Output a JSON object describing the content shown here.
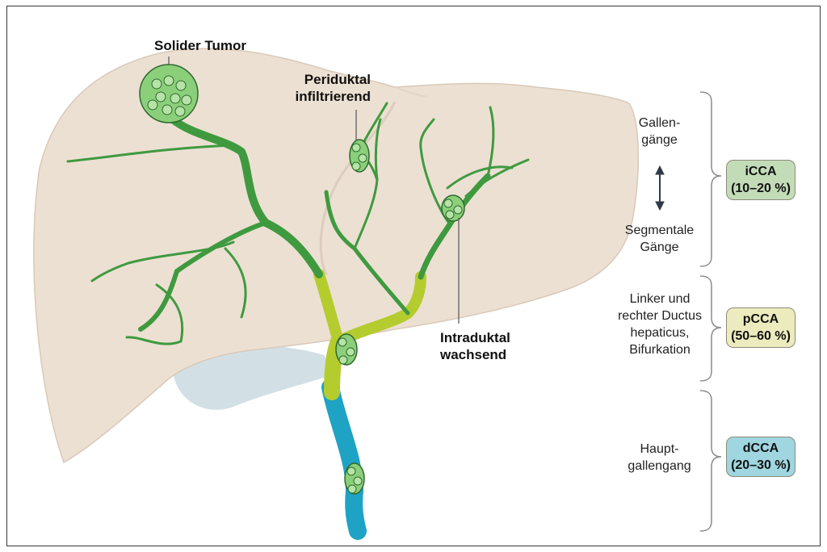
{
  "labels": {
    "solid_tumor": "Solider Tumor",
    "periductal": "Periduktal\ninfiltrierend",
    "intraductal": "Intraduktal\nwachsend",
    "bile_ducts": "Gallen-\ngänge",
    "segmental_ducts": "Segmentale\nGänge",
    "hepatic_ducts": "Linker und\nrechter Ductus\nhepaticus,\nBifurkation",
    "main_duct": "Haupt-\ngallengang"
  },
  "classes": [
    {
      "name": "iCCA",
      "range": "(10–20 %)",
      "color": "#c3dcb8"
    },
    {
      "name": "pCCA",
      "range": "(50–60 %)",
      "color": "#ecebbd"
    },
    {
      "name": "dCCA",
      "range": "(20–30 %)",
      "color": "#9fd6df"
    }
  ],
  "colors": {
    "liver": "#ece0d3",
    "liver_lobe_line": "#dccdbd",
    "intrahepatic_duct": "#3f9a3f",
    "perihilar_duct": "#b5cc2e",
    "common_duct": "#1ea3c4",
    "gallbladder": "#d2e0e6",
    "tumor": "#8ccf7a"
  },
  "icons": {
    "arrow": "double-headed-vertical-arrow-icon",
    "bracket": "curly-brace-icon"
  }
}
